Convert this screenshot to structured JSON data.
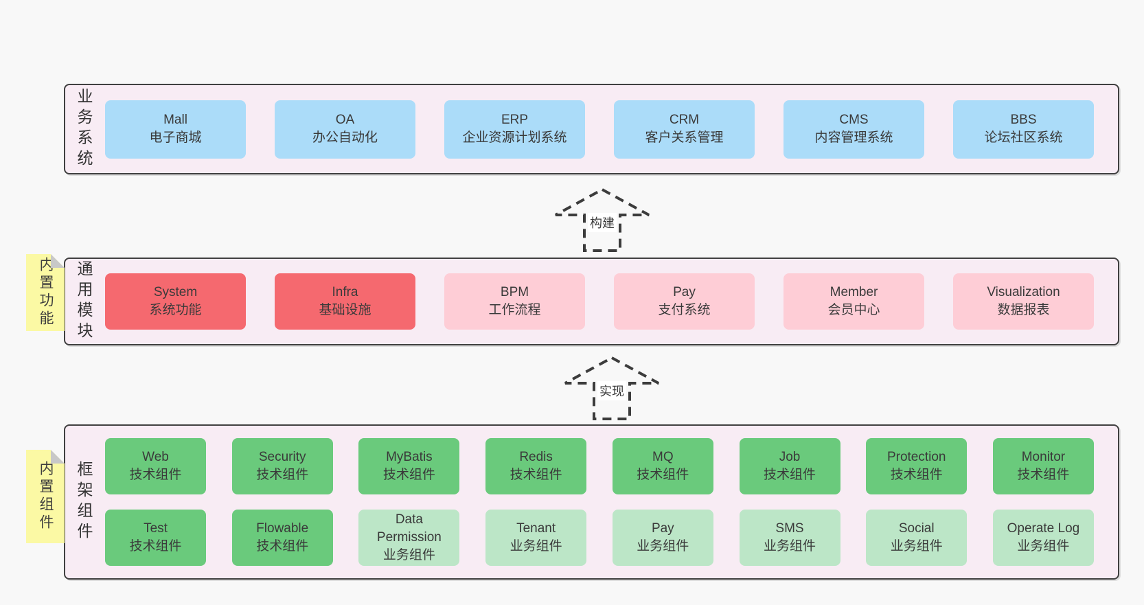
{
  "bands": [
    {
      "label": "业务系统",
      "boxes": [
        {
          "title": "Mall",
          "subtitle": "电子商城",
          "variant": "blue"
        },
        {
          "title": "OA",
          "subtitle": "办公自动化",
          "variant": "blue"
        },
        {
          "title": "ERP",
          "subtitle": "企业资源计划系统",
          "variant": "blue"
        },
        {
          "title": "CRM",
          "subtitle": "客户关系管理",
          "variant": "blue"
        },
        {
          "title": "CMS",
          "subtitle": "内容管理系统",
          "variant": "blue"
        },
        {
          "title": "BBS",
          "subtitle": "论坛社区系统",
          "variant": "blue"
        }
      ]
    },
    {
      "label": "通用模块",
      "note": "内置功能",
      "boxes": [
        {
          "title": "System",
          "subtitle": "系统功能",
          "variant": "red"
        },
        {
          "title": "Infra",
          "subtitle": "基础设施",
          "variant": "red"
        },
        {
          "title": "BPM",
          "subtitle": "工作流程",
          "variant": "pink"
        },
        {
          "title": "Pay",
          "subtitle": "支付系统",
          "variant": "pink"
        },
        {
          "title": "Member",
          "subtitle": "会员中心",
          "variant": "pink"
        },
        {
          "title": "Visualization",
          "subtitle": "数据报表",
          "variant": "pink"
        }
      ]
    },
    {
      "label": "框架组件",
      "note": "内置组件",
      "rows": [
        [
          {
            "title": "Web",
            "subtitle": "技术组件",
            "variant": "green"
          },
          {
            "title": "Security",
            "subtitle": "技术组件",
            "variant": "green"
          },
          {
            "title": "MyBatis",
            "subtitle": "技术组件",
            "variant": "green"
          },
          {
            "title": "Redis",
            "subtitle": "技术组件",
            "variant": "green"
          },
          {
            "title": "MQ",
            "subtitle": "技术组件",
            "variant": "green"
          },
          {
            "title": "Job",
            "subtitle": "技术组件",
            "variant": "green"
          },
          {
            "title": "Protection",
            "subtitle": "技术组件",
            "variant": "green"
          },
          {
            "title": "Monitor",
            "subtitle": "技术组件",
            "variant": "green"
          }
        ],
        [
          {
            "title": "Test",
            "subtitle": "技术组件",
            "variant": "green"
          },
          {
            "title": "Flowable",
            "subtitle": "技术组件",
            "variant": "green"
          },
          {
            "title": "Data Permission",
            "subtitle": "业务组件",
            "variant": "lightgreen"
          },
          {
            "title": "Tenant",
            "subtitle": "业务组件",
            "variant": "lightgreen"
          },
          {
            "title": "Pay",
            "subtitle": "业务组件",
            "variant": "lightgreen"
          },
          {
            "title": "SMS",
            "subtitle": "业务组件",
            "variant": "lightgreen"
          },
          {
            "title": "Social",
            "subtitle": "业务组件",
            "variant": "lightgreen"
          },
          {
            "title": "Operate Log",
            "subtitle": "业务组件",
            "variant": "lightgreen"
          }
        ]
      ]
    }
  ],
  "arrows": [
    {
      "label": "构建"
    },
    {
      "label": "实现"
    }
  ],
  "colors": {
    "page_bg": "#f8f8f8",
    "band_bg": "#f8ecf4",
    "band_border": "#404040",
    "box_blue": "#abdcf9",
    "box_red": "#f5696f",
    "box_pink": "#fecdd6",
    "box_green": "#6aca7c",
    "box_lightgreen": "#bce6c7",
    "note_yellow": "#fbf9a4",
    "note_fold": "#c8c8c8",
    "text": "#3a3a3a"
  }
}
